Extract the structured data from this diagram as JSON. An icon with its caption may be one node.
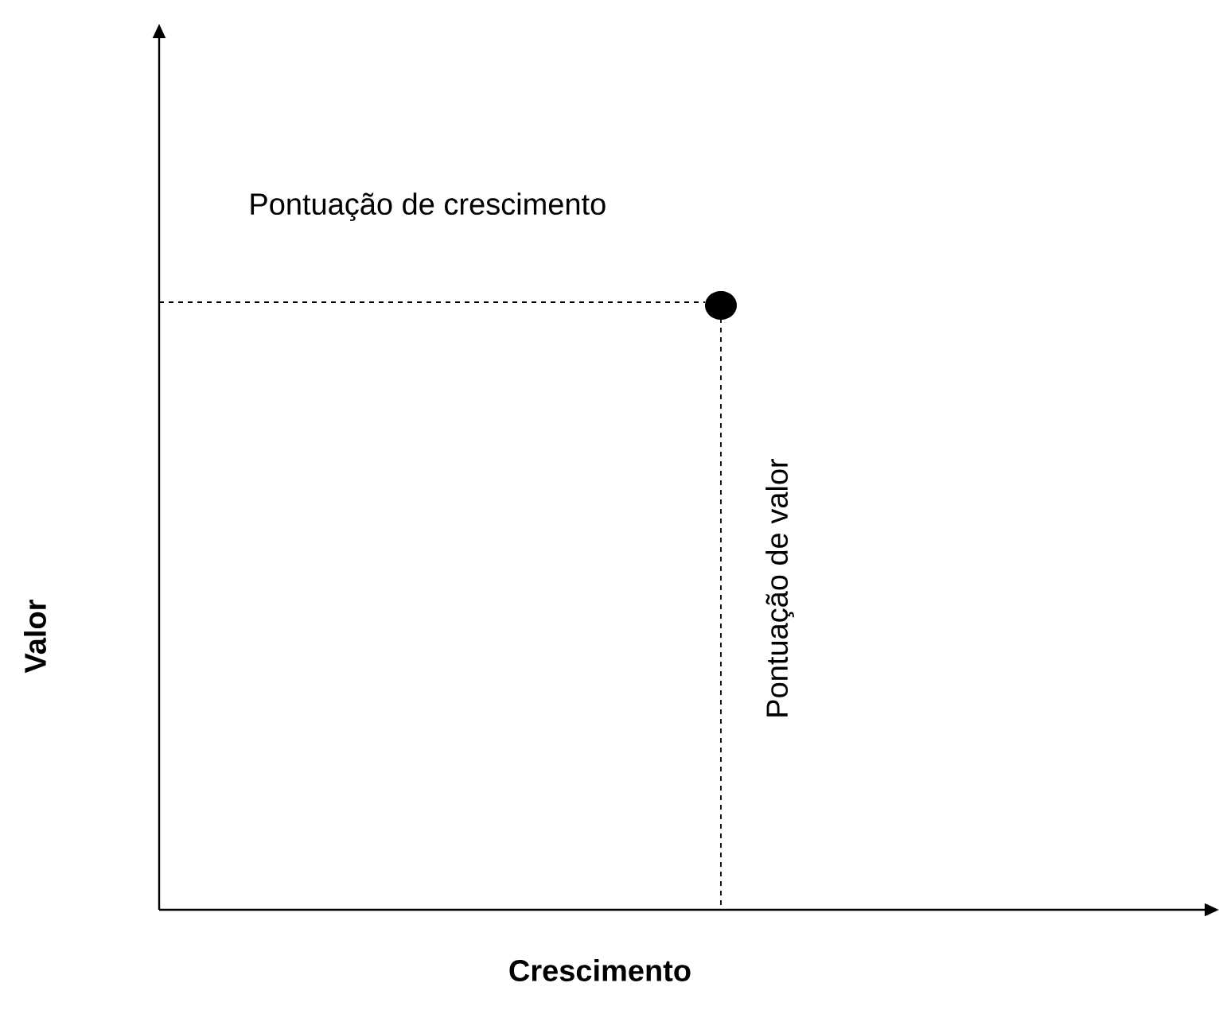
{
  "diagram": {
    "labels": [
      "Pontuação de crescimento",
      "Pontuação de valor",
      "Valor",
      "Crescimento"
    ]
  }
}
